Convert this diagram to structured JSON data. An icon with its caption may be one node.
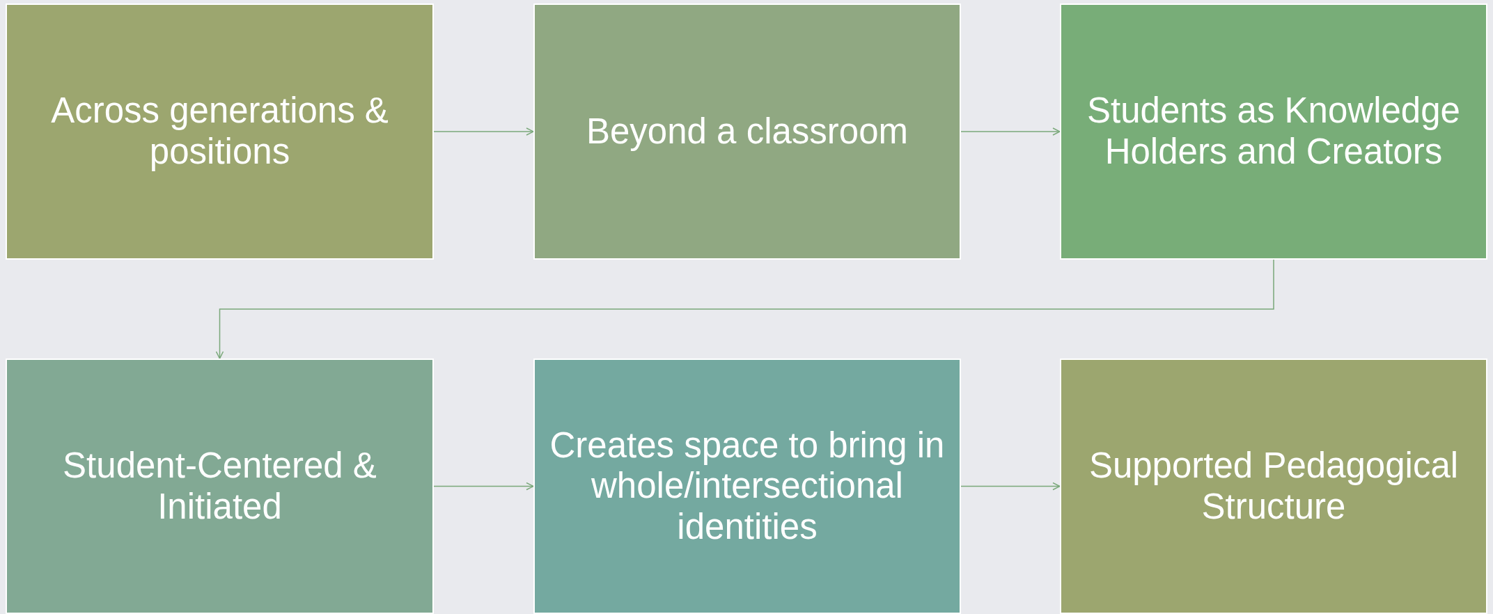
{
  "diagram": {
    "nodes": [
      {
        "text": [
          "Across generations & positions"
        ]
      },
      {
        "text": [
          "Beyond a classroom"
        ]
      },
      {
        "text": [
          "Students as Knowledge Holders and Creators"
        ]
      },
      {
        "text": [
          "Student-Centered & Initiated"
        ]
      },
      {
        "text": [
          "Creates space to bring in whole/intersectional identities"
        ]
      },
      {
        "text": [
          "Supported Pedagogical Structure"
        ]
      }
    ],
    "edges": [
      {
        "from": 0,
        "to": 1,
        "arrow": "to"
      },
      {
        "from": 1,
        "to": 2,
        "arrow": "to"
      },
      {
        "from": 2,
        "to": 3,
        "arrow": "to"
      },
      {
        "from": 3,
        "to": 4,
        "arrow": "to"
      },
      {
        "from": 4,
        "to": 5,
        "arrow": "to"
      }
    ]
  }
}
